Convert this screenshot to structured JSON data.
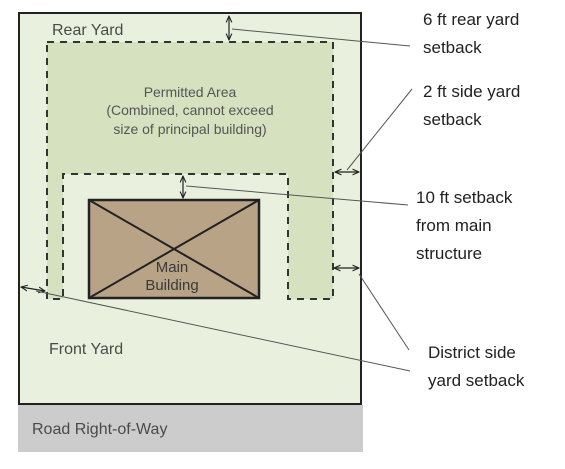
{
  "labels": {
    "rear_yard": "Rear Yard",
    "permitted_area": [
      "Permitted Area",
      "(Combined, cannot exceed",
      "size of principal building)"
    ],
    "main_building": [
      "Main",
      "Building"
    ],
    "front_yard": "Front Yard",
    "road": "Road Right-of-Way"
  },
  "callouts": {
    "rear_setback": [
      "6 ft rear yard",
      "setback"
    ],
    "side_setback": [
      "2 ft side yard",
      "setback"
    ],
    "main_setback": [
      "10 ft setback",
      "from main",
      "structure"
    ],
    "district_setback": [
      "District side",
      "yard setback"
    ]
  },
  "colors": {
    "lot_fill": "#e9f1de",
    "permitted_fill": "#d6e1bf",
    "building_fill": "#b8a387",
    "road_fill": "#cccccc",
    "outline": "#222222"
  }
}
